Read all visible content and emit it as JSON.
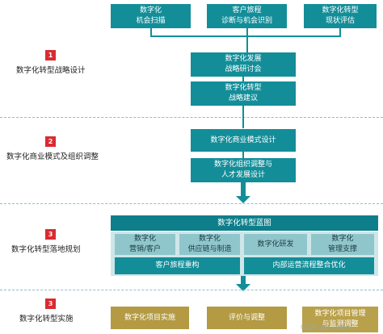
{
  "stages": [
    {
      "num": "1",
      "label": "数字化转型战略设计"
    },
    {
      "num": "2",
      "label": "数字化商业模式及组织调整"
    },
    {
      "num": "3",
      "label": "数字化转型落地规划"
    },
    {
      "num": "3",
      "label": "数字化转型实施"
    }
  ],
  "top_boxes": [
    "数字化\n机会扫描",
    "客户旅程\n诊断与机会识别",
    "数字化转型\n现状评估"
  ],
  "stage1_boxes": [
    "数字化发展\n战略研讨会",
    "数字化转型\n战略建议"
  ],
  "stage2_boxes": [
    "数字化商业模式设计",
    "数字化组织调整与\n人才发展设计"
  ],
  "blueprint": {
    "title": "数字化转型蓝图",
    "cells": [
      "数字化\n营销/客户",
      "数字化\n供应链与制造",
      "数字化研发",
      "数字化\n管理支撑"
    ],
    "bottom": [
      "客户旅程重构",
      "内部运营流程整合优化"
    ]
  },
  "impl_boxes": [
    "数字化项目实施",
    "评价与调整",
    "数字化项目管理\n与监测调整"
  ],
  "watermark": "CSDN @h...nt60",
  "colors": {
    "teal": "#138e99",
    "badge": "#d92b31",
    "olive": "#b39a43",
    "light": "#8fc6cc"
  }
}
